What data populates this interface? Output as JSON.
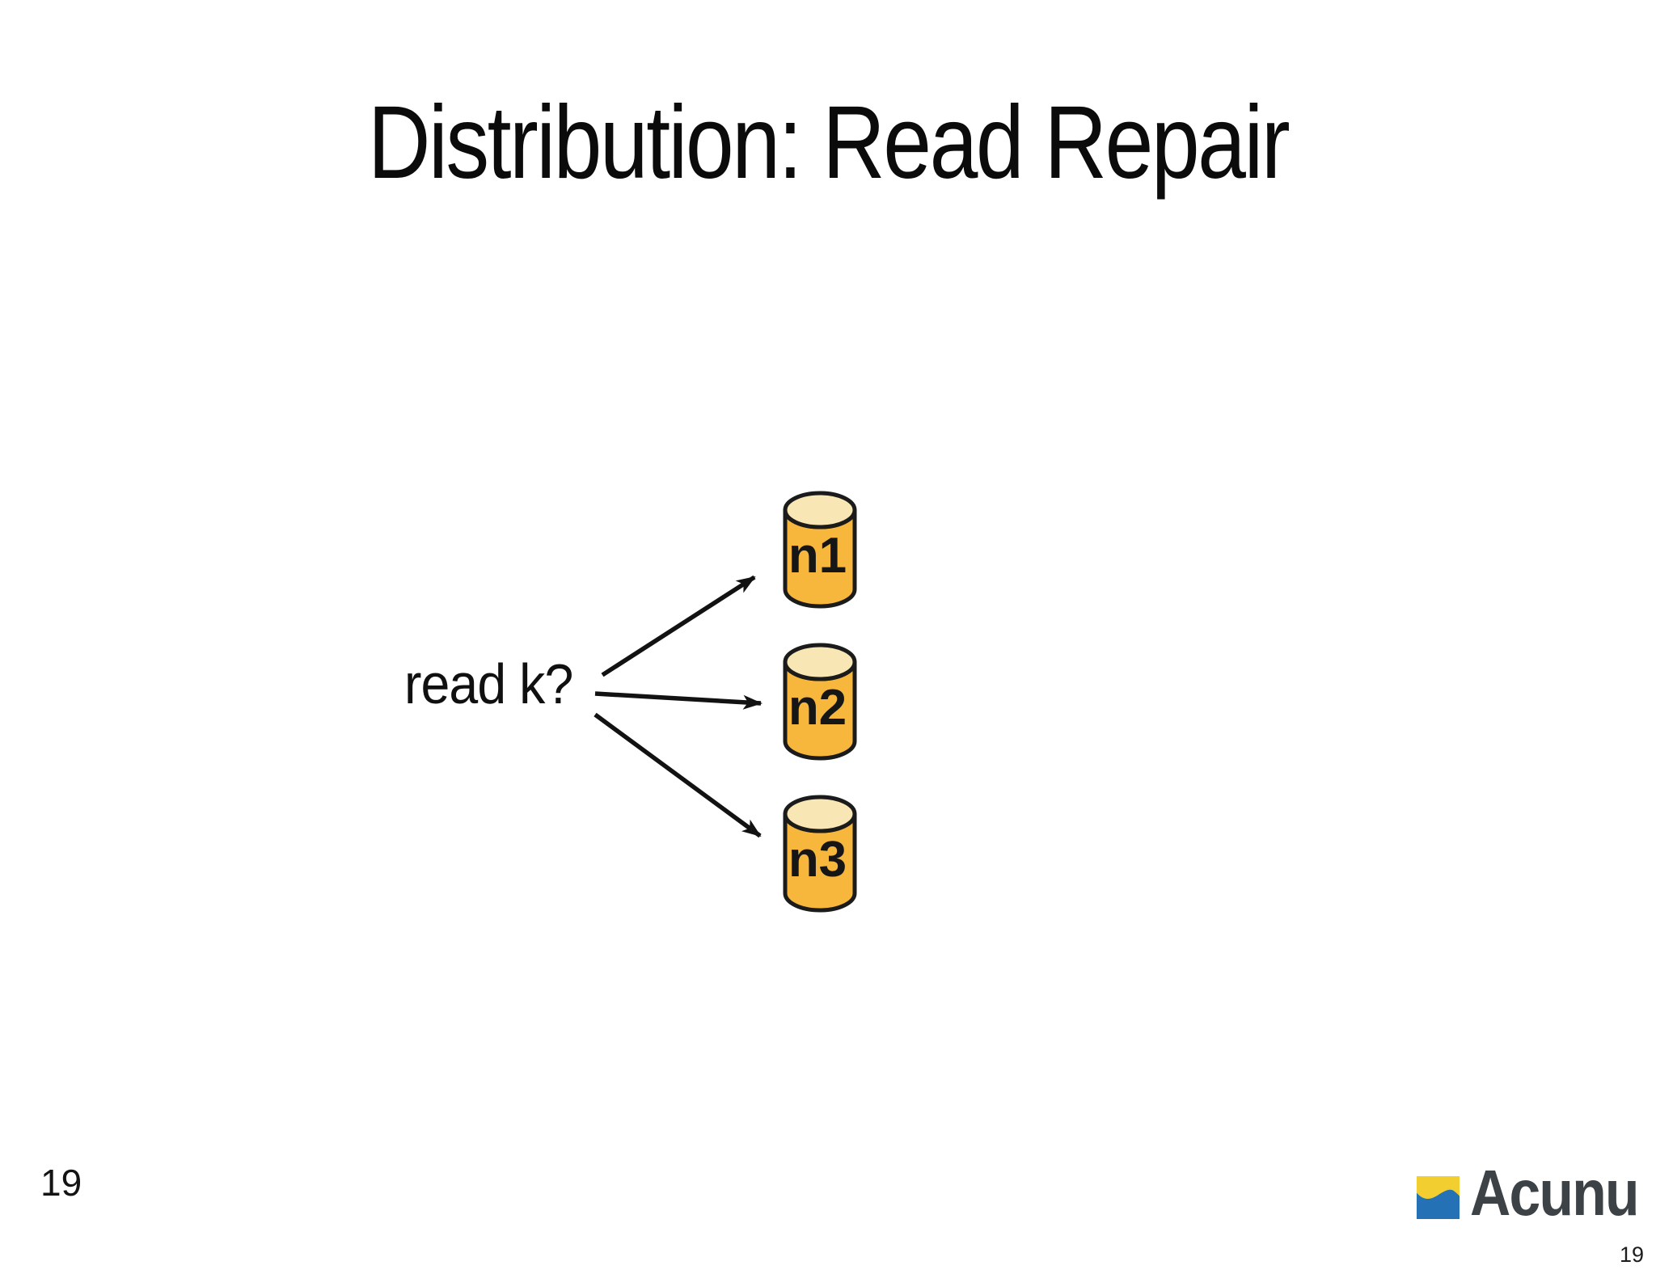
{
  "slide": {
    "title": "Distribution: Read Repair",
    "page_number": "19"
  },
  "diagram": {
    "query_label": "read k?",
    "nodes": [
      {
        "label": "n1"
      },
      {
        "label": "n2"
      },
      {
        "label": "n3"
      }
    ],
    "edges": [
      {
        "from": "read k?",
        "to": "n1"
      },
      {
        "from": "read k?",
        "to": "n2"
      },
      {
        "from": "read k?",
        "to": "n3"
      }
    ],
    "colors": {
      "cylinder_body": "#F6B73C",
      "cylinder_top": "#F8E7B4",
      "outline": "#1B1B1B",
      "arrow": "#121212"
    }
  },
  "footer": {
    "brand_name": "Acunu",
    "page_number": "19",
    "brand_colors": {
      "yellow": "#F2CE30",
      "blue": "#2471B5",
      "text": "#3D4247"
    }
  }
}
